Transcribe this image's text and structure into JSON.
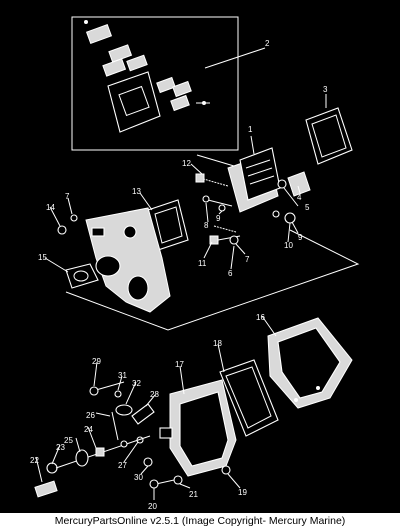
{
  "diagram": {
    "callouts": [
      "1",
      "2",
      "3",
      "4",
      "5",
      "6",
      "7",
      "7",
      "8",
      "9",
      "9",
      "10",
      "11",
      "12",
      "13",
      "14",
      "15",
      "16",
      "17",
      "18",
      "19",
      "20",
      "21",
      "22",
      "23",
      "24",
      "25",
      "26",
      "27",
      "28",
      "29",
      "30",
      "31",
      "32"
    ]
  },
  "footer": {
    "caption": "MercuryPartsOnline v2.5.1 (Image Copyright- Mercury Marine)"
  }
}
